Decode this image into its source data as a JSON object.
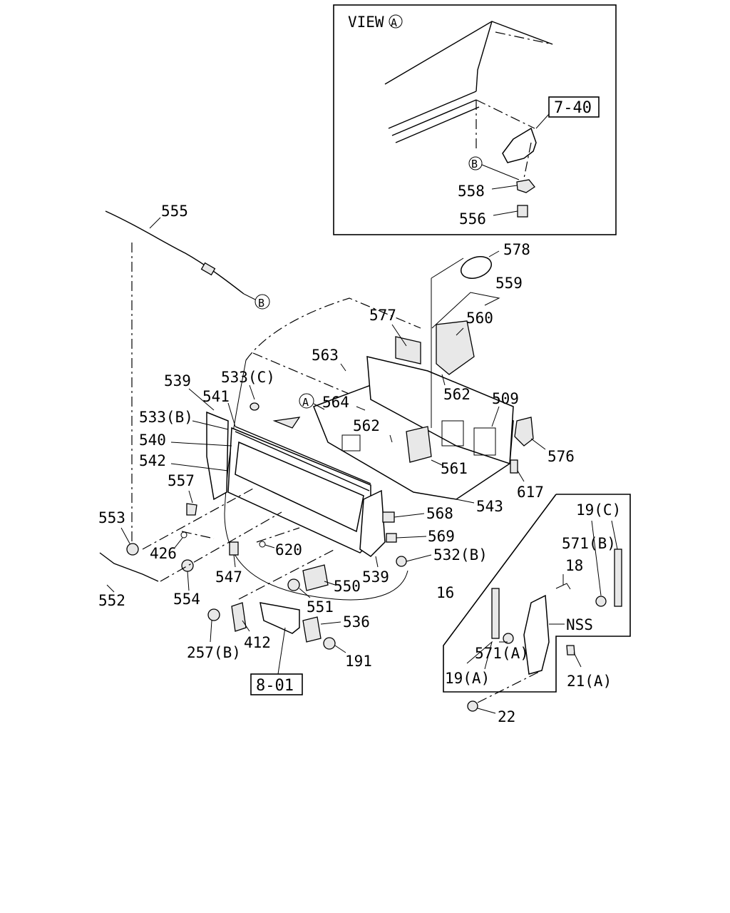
{
  "inset": {
    "view_label": "VIEW",
    "view_marker": "A",
    "ref_box": "7-40",
    "marker_b": "B",
    "labels": {
      "p558": "558",
      "p556": "556"
    }
  },
  "markers": {
    "a": "A",
    "b": "B"
  },
  "ref_boxes": {
    "r801": "8-01"
  },
  "part_labels": {
    "p555": "555",
    "p578": "578",
    "p559": "559",
    "p577": "577",
    "p560": "560",
    "p563": "563",
    "p539a": "539",
    "p533c": "533(C)",
    "p562a": "562",
    "p541": "541",
    "p509": "509",
    "p564": "564",
    "p533b": "533(B)",
    "p562b": "562",
    "p540": "540",
    "p576": "576",
    "p542": "542",
    "p561": "561",
    "p557": "557",
    "p617": "617",
    "p543": "543",
    "p553": "553",
    "p568": "568",
    "p569": "569",
    "p426": "426",
    "p620": "620",
    "p532b": "532(B)",
    "p547": "547",
    "p539b": "539",
    "p550": "550",
    "p552": "552",
    "p554": "554",
    "p551": "551",
    "p536": "536",
    "p257b": "257(B)",
    "p412": "412",
    "p191": "191"
  },
  "detail": {
    "labels": {
      "p19c": "19(C)",
      "p571b": "571(B)",
      "p18": "18",
      "p16": "16",
      "nss": "NSS",
      "p571a": "571(A)",
      "p19a": "19(A)",
      "p21a": "21(A)",
      "p22": "22"
    }
  }
}
